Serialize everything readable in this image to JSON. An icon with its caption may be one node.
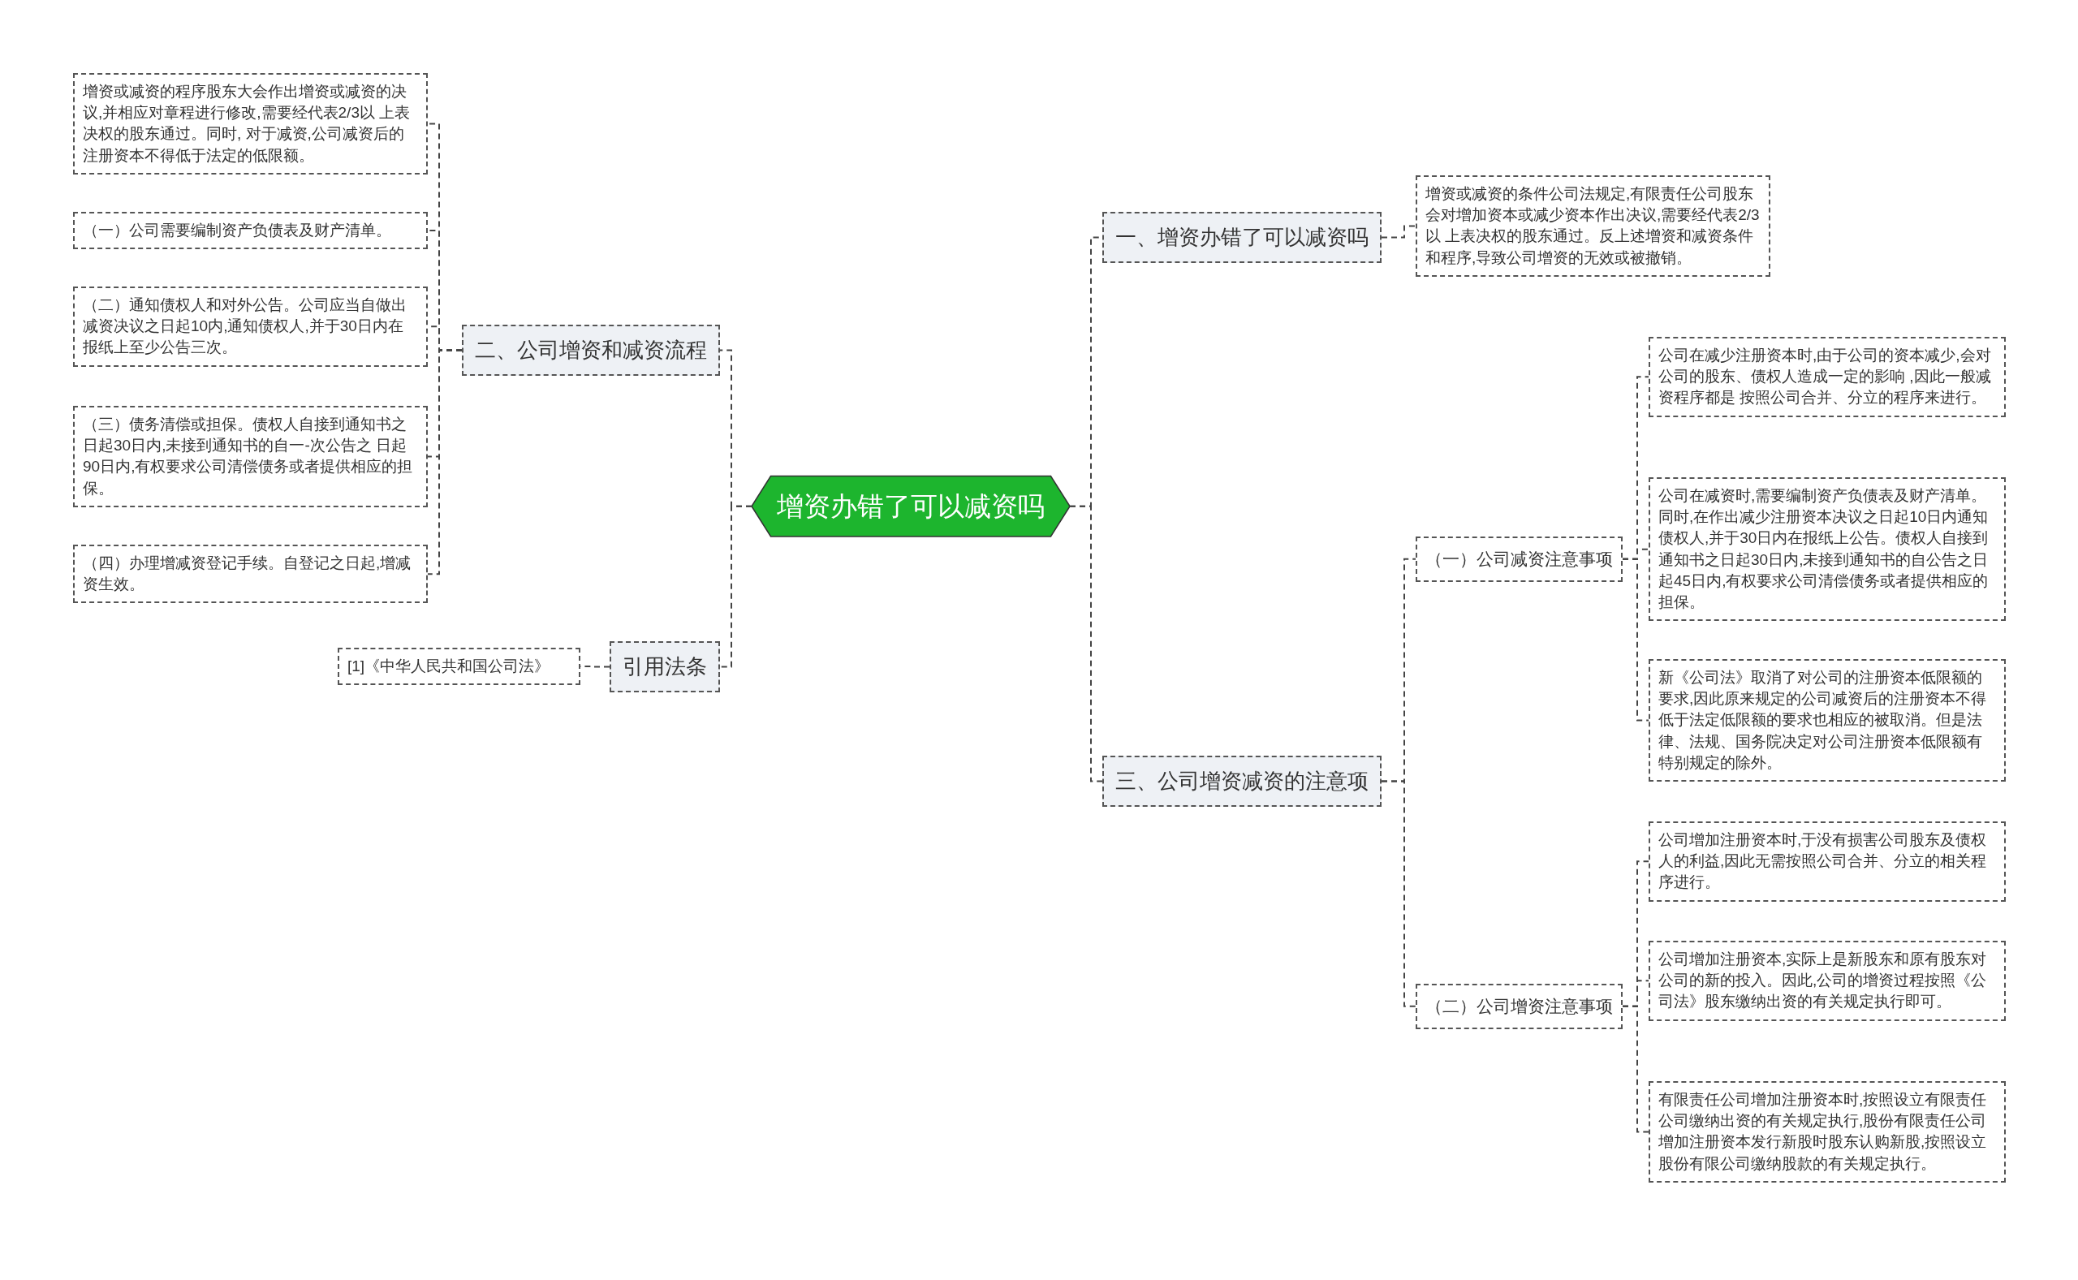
{
  "diagram": {
    "nodes": [
      {
        "text": [
          "增资办错了可以减资吗"
        ]
      },
      {
        "text": [
          "一、增资办错了可以减资吗"
        ]
      },
      {
        "text": [
          "增资或减资的条件公司法规定,有限责任公司股东会对增加资本或减少资本作出决议,需要经代表2/3以 上表决权的股东通过。反上述增资和减资条件和程序,导致公司增资的无效或被撤销。"
        ]
      },
      {
        "text": [
          "三、公司增资减资的注意项"
        ]
      },
      {
        "text": [
          "（一）公司减资注意事项"
        ]
      },
      {
        "text": [
          "公司在减少注册资本时,由于公司的资本减少,会对公司的股东、债权人造成一定的影响 ,因此一般减资程序都是 按照公司合并、分立的程序来进行。"
        ]
      },
      {
        "text": [
          "公司在减资时,需要编制资产负债表及财产清单。同时,在作出减少注册资本决议之日起10日内通知债权人,并于30日内在报纸上公告。债权人自接到通知书之日起30日内,未接到通知书的自公告之日起45日内,有权要求公司清偿债务或者提供相应的担保。"
        ]
      },
      {
        "text": [
          "新《公司法》取消了对公司的注册资本低限额的要求,因此原来规定的公司减资后的注册资本不得低于法定低限额的要求也相应的被取消。但是法律、法规、国务院决定对公司注册资本低限额有特别规定的除外。"
        ]
      },
      {
        "text": [
          "（二）公司增资注意事项"
        ]
      },
      {
        "text": [
          "公司增加注册资本时,于没有损害公司股东及债权人的利益,因此无需按照公司合并、分立的相关程序进行。"
        ]
      },
      {
        "text": [
          "公司增加注册资本,实际上是新股东和原有股东对公司的新的投入。因此,公司的增资过程按照《公司法》股东缴纳出资的有关规定执行即可。"
        ]
      },
      {
        "text": [
          "有限责任公司增加注册资本时,按照设立有限责任公司缴纳出资的有关规定执行,股份有限责任公司增加注册资本发行新股时股东认购新股,按照设立股份有限公司缴纳股款的有关规定执行。"
        ]
      },
      {
        "text": [
          "二、公司增资和减资流程"
        ]
      },
      {
        "text": [
          "增资或减资的程序股东大会作出增资或减资的决议,并相应对章程进行修改,需要经代表2/3以 上表决权的股东通过。同时, 对于减资,公司减资后的注册资本不得低于法定的低限额。"
        ]
      },
      {
        "text": [
          "（一）公司需要编制资产负债表及财产清单。"
        ]
      },
      {
        "text": [
          "（二）通知债权人和对外公告。公司应当自做出减资决议之日起10内,通知债权人,并于30日内在报纸上至少公告三次。"
        ]
      },
      {
        "text": [
          "（三）债务清偿或担保。债权人自接到通知书之日起30日内,未接到通知书的自一-次公告之 日起90日内,有权要求公司清偿债务或者提供相应的担保。"
        ]
      },
      {
        "text": [
          "（四）办理增减资登记手续。自登记之日起,增减资生效。"
        ]
      },
      {
        "text": [
          "引用法条"
        ]
      },
      {
        "text": [
          "[1]《中华人民共和国公司法》"
        ]
      }
    ],
    "edges": [
      {
        "from": 0,
        "to": 1,
        "arrow": "none"
      },
      {
        "from": 1,
        "to": 2,
        "arrow": "none"
      },
      {
        "from": 0,
        "to": 3,
        "arrow": "none"
      },
      {
        "from": 3,
        "to": 4,
        "arrow": "none"
      },
      {
        "from": 4,
        "to": 5,
        "arrow": "none"
      },
      {
        "from": 4,
        "to": 6,
        "arrow": "none"
      },
      {
        "from": 4,
        "to": 7,
        "arrow": "none"
      },
      {
        "from": 3,
        "to": 8,
        "arrow": "none"
      },
      {
        "from": 8,
        "to": 9,
        "arrow": "none"
      },
      {
        "from": 8,
        "to": 10,
        "arrow": "none"
      },
      {
        "from": 8,
        "to": 11,
        "arrow": "none"
      },
      {
        "from": 0,
        "to": 12,
        "arrow": "none"
      },
      {
        "from": 12,
        "to": 13,
        "arrow": "none"
      },
      {
        "from": 12,
        "to": 14,
        "arrow": "none"
      },
      {
        "from": 12,
        "to": 15,
        "arrow": "none"
      },
      {
        "from": 12,
        "to": 16,
        "arrow": "none"
      },
      {
        "from": 12,
        "to": 17,
        "arrow": "none"
      },
      {
        "from": 0,
        "to": 18,
        "arrow": "none"
      },
      {
        "from": 18,
        "to": 19,
        "arrow": "none"
      }
    ]
  }
}
